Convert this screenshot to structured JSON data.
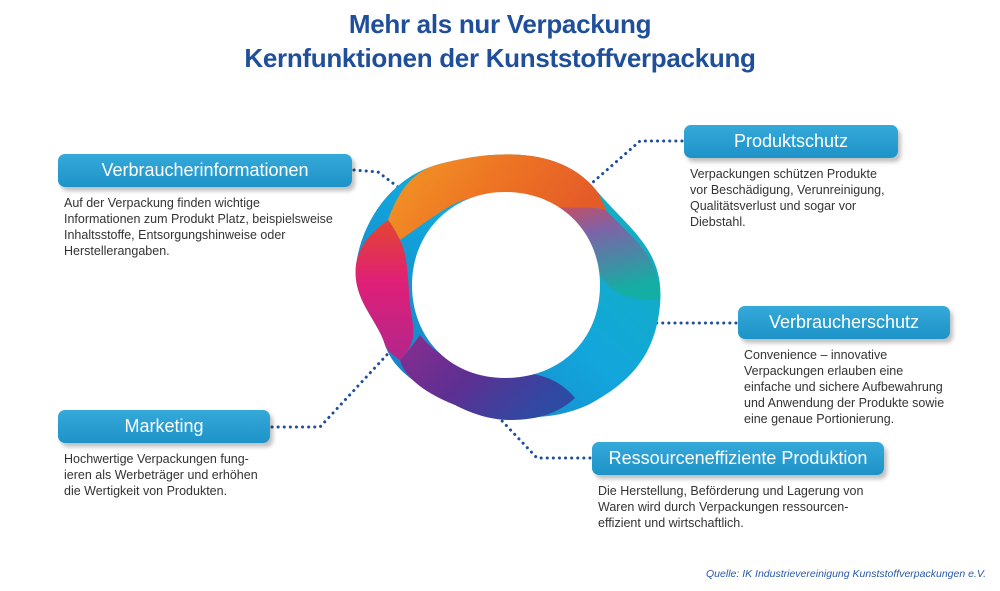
{
  "title": {
    "line1": "Mehr als nur Verpackung",
    "line2": "Kernfunktionen der Kunststoffverpackung"
  },
  "functions": [
    {
      "id": "verbraucherinformationen",
      "label": "Verbraucherinformationen",
      "text": [
        "Auf der Verpackung finden wichtige",
        "Informationen zum Produkt Platz, beispielsweise",
        "Inhaltsstoffe, Entsorgungshinweise oder",
        "Herstellerangaben."
      ]
    },
    {
      "id": "produktschutz",
      "label": "Produktschutz",
      "text": [
        "Verpackungen schützen Produkte",
        "vor Beschädigung, Verunreinigung,",
        "Qualitätsverlust und sogar vor",
        "Diebstahl."
      ]
    },
    {
      "id": "verbraucherschutz",
      "label": "Verbraucherschutz",
      "text": [
        "Convenience – innovative",
        "Verpackungen erlauben eine",
        "einfache und sichere Aufbewahrung",
        "und Anwendung der Produkte sowie",
        "eine genaue Portionierung."
      ]
    },
    {
      "id": "marketing",
      "label": "Marketing",
      "text": [
        "Hochwertige Verpackungen fung-",
        "ieren als Werbeträger und erhöhen",
        "die Wertigkeit von Produkten."
      ]
    },
    {
      "id": "ressourceneffiziente-produktion",
      "label": "Ressourceneffiziente Produktion",
      "text": [
        "Die Herstellung, Beförderung und Lagerung von",
        "Waren wird durch Verpackungen ressourcen-",
        "effizient und wirtschaftlich."
      ]
    }
  ],
  "source": "Quelle: IK Industrievereinigung Kunststoffverpackungen e.V.",
  "colors": {
    "title": "#1f4f9a",
    "label_bg": "#2a9fd4",
    "connector": "#1f4f9a",
    "ring": [
      "#ef7d22",
      "#e8318a",
      "#6c2f8f",
      "#1aa3d9",
      "#17b3a8"
    ]
  }
}
